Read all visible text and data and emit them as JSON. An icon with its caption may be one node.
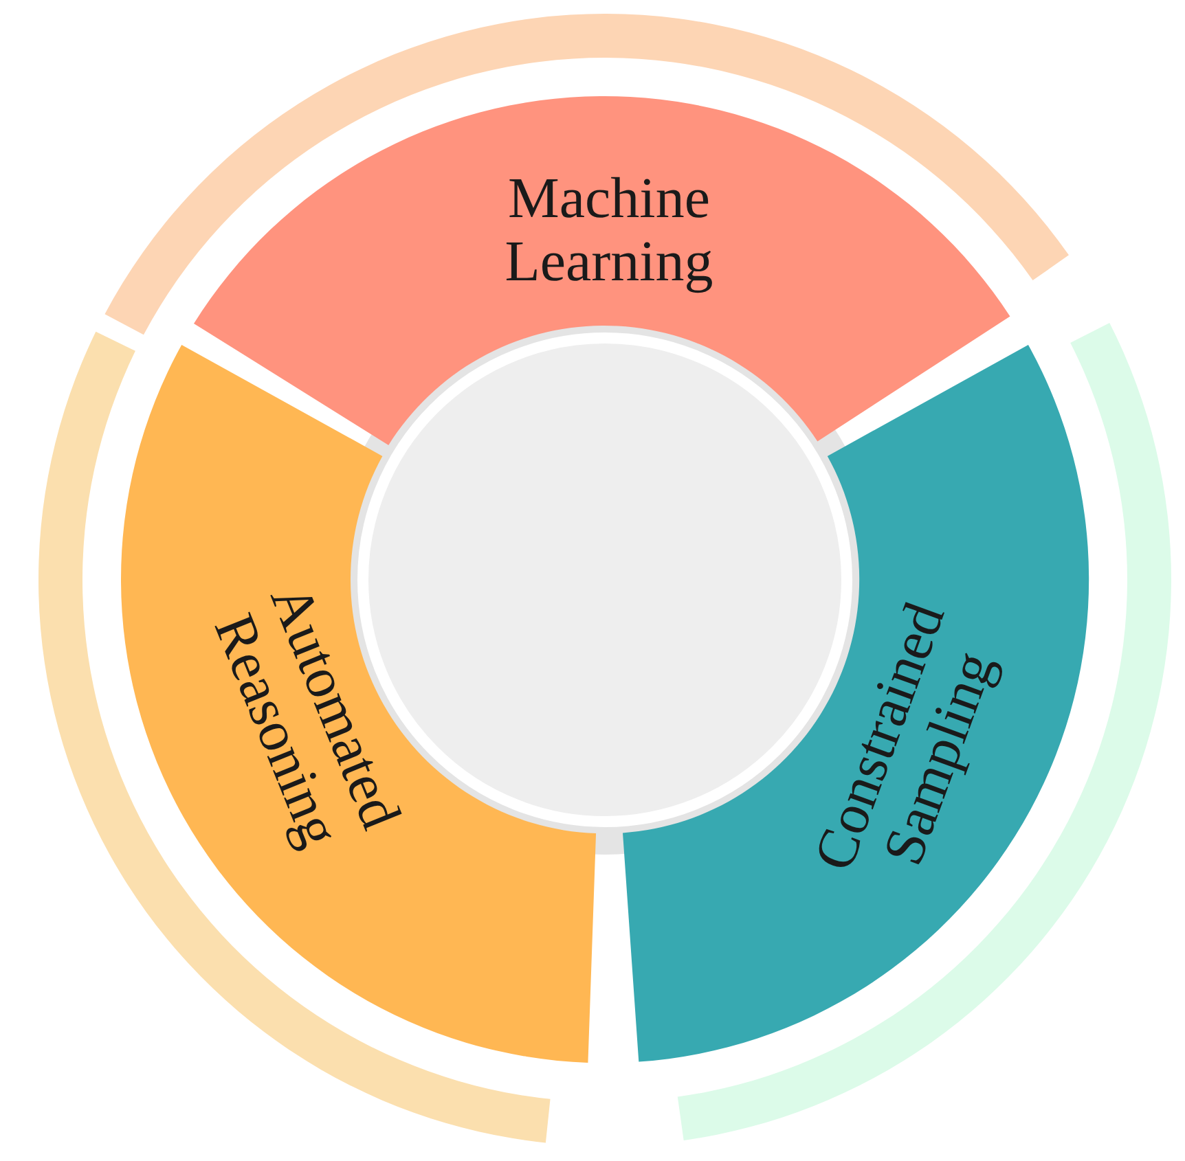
{
  "diagram": {
    "nodes": [
      {
        "text": [
          "Machine Learning"
        ]
      },
      {
        "text": [
          "Automated Reasoning"
        ]
      },
      {
        "text": [],
        "shape": "circle"
      },
      {
        "text": [
          "Constrained Sampling"
        ]
      }
    ]
  }
}
